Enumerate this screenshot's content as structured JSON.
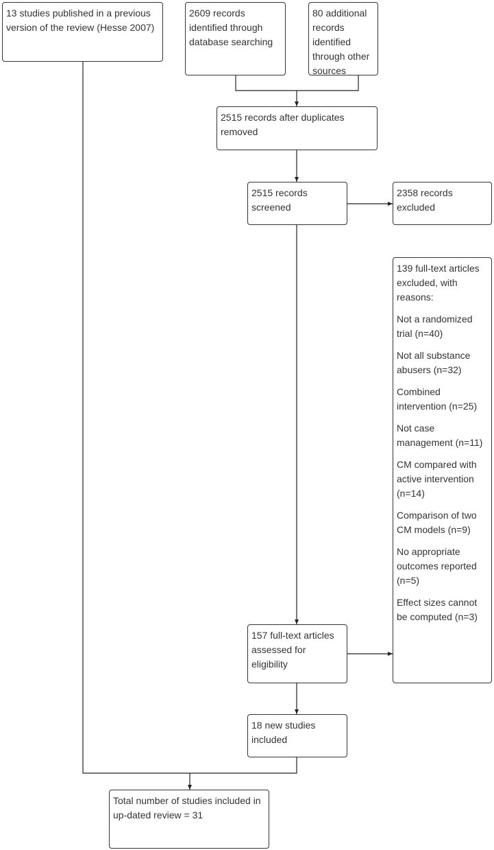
{
  "boxes": {
    "previous_review": "13 studies published in a previous version of the review (Hesse 2007)",
    "database_search": "2609 records identified through database searching",
    "other_sources": "80 additional records identified through other sources",
    "after_duplicates": "2515 records after duplicates removed",
    "screened": "2515 records screened",
    "excluded": "2358 records excluded",
    "fulltext_assessed": "157 full-text articles assessed for eligibility",
    "new_included": "18 new studies included",
    "total_included": "Total number of studies included in up-dated review = 31"
  },
  "fulltext_excluded": {
    "heading": "139 full-text articles excluded, with reasons:",
    "reasons": [
      "Not a randomized trial (n=40)",
      "Not all substance abusers (n=32)",
      "Combined intervention (n=25)",
      "Not case management (n=11)",
      "CM compared with active intervention (n=14)",
      "Comparison of two CM models (n=9)",
      "No appropriate outcomes reported (n=5)",
      "Effect sizes cannot be computed (n=3)"
    ]
  }
}
